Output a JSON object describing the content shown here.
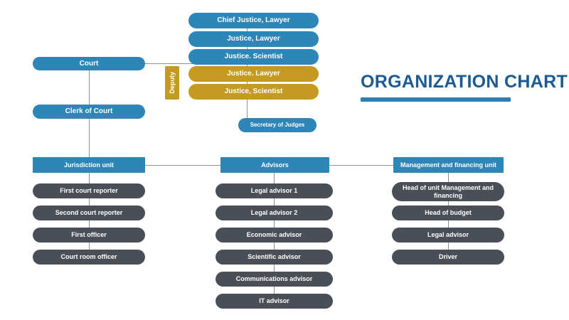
{
  "title": {
    "text": "ORGANIZATION CHART",
    "accent_color": "#1C5A92",
    "underline_color": "#2E7FB5"
  },
  "palette": {
    "blue": "#2E86B8",
    "gold": "#C59A20",
    "slate": "#4A4F57",
    "line": "#8D9196",
    "background": "#FFFFFF"
  },
  "judges_panel": {
    "nodes": [
      {
        "label": "Chief Justice, Lawyer",
        "color": "blue"
      },
      {
        "label": "Justice, Lawyer",
        "color": "blue"
      },
      {
        "label": "Justice. Scientist",
        "color": "blue"
      },
      {
        "label": "Justice. Lawyer",
        "color": "gold"
      },
      {
        "label": "Justice, Scientist",
        "color": "gold"
      }
    ],
    "deputy_tab": {
      "label": "Deputy",
      "color": "gold"
    },
    "secretary": {
      "label": "Secretary of Judges",
      "color": "blue"
    }
  },
  "spine": {
    "court": {
      "label": "Court",
      "color": "blue"
    },
    "clerk": {
      "label": "Clerk of Court",
      "color": "blue"
    }
  },
  "columns": [
    {
      "head": {
        "label": "Jurisdiction unit",
        "color": "blue"
      },
      "children": [
        {
          "label": "First court reporter"
        },
        {
          "label": "Second court reporter"
        },
        {
          "label": "First officer"
        },
        {
          "label": "Court room officer"
        }
      ]
    },
    {
      "head": {
        "label": "Advisors",
        "color": "blue"
      },
      "children": [
        {
          "label": "Legal advisor 1"
        },
        {
          "label": "Legal advisor 2"
        },
        {
          "label": "Economic advisor"
        },
        {
          "label": "Scientific advisor"
        },
        {
          "label": "Communications advisor"
        },
        {
          "label": "IT advisor"
        }
      ]
    },
    {
      "head": {
        "label": "Management and financing unit",
        "color": "blue"
      },
      "children": [
        {
          "label": "Head of unit Management and financing"
        },
        {
          "label": "Head of budget"
        },
        {
          "label": "Legal advisor"
        },
        {
          "label": "Driver"
        }
      ]
    }
  ]
}
